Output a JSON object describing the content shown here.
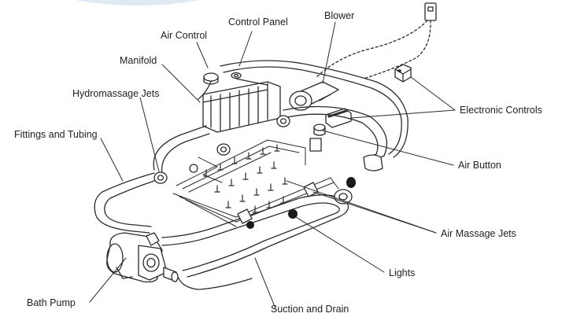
{
  "labels": {
    "control_panel": "Control Panel",
    "blower": "Blower",
    "air_control": "Air Control",
    "manifold": "Manifold",
    "hydromassage_jets": "Hydromassage Jets",
    "fittings_and_tubing": "Fittings and Tubing",
    "electronic_controls": "Electronic Controls",
    "air_button": "Air Button",
    "air_massage_jets": "Air Massage  Jets",
    "lights": "Lights",
    "bath_pump": "Bath Pump",
    "suction_and_drain": "Suction and Drain"
  },
  "colors": {
    "line": "#2b2b2b",
    "text": "#1f1f1f",
    "top_arc": "#dfe9f4",
    "background": "#ffffff"
  }
}
